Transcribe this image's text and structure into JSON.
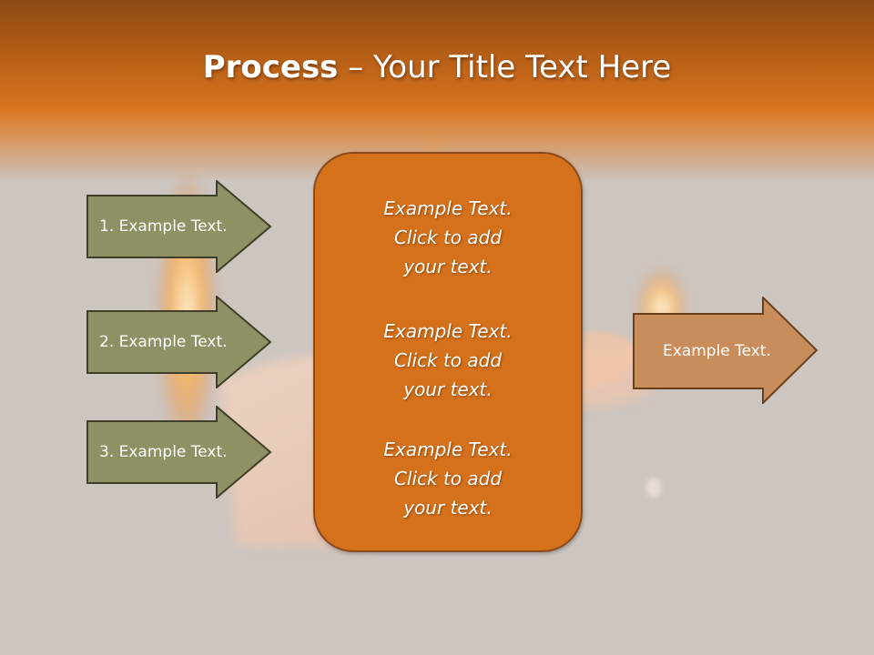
{
  "title": {
    "bold": "Process",
    "rest": " – Your Title Text Here"
  },
  "left_steps": [
    {
      "label": "1. Example Text."
    },
    {
      "label": "2. Example Text."
    },
    {
      "label": "3. Example Text."
    }
  ],
  "center_box": {
    "paragraphs": [
      {
        "lines": [
          "Example Text.",
          "Click  to add",
          "your text."
        ]
      },
      {
        "lines": [
          "Example Text.",
          "Click  to add",
          "your text."
        ]
      },
      {
        "lines": [
          "Example Text.",
          "Click  to add",
          "your text."
        ]
      }
    ]
  },
  "right_step": {
    "label": "Example Text."
  },
  "colors": {
    "header_orange": "#d8741f",
    "step_arrow_fill": "#8f9164",
    "center_box_fill": "#d5711b",
    "output_arrow_fill": "#c98c5b",
    "background": "#ccc5c0"
  }
}
